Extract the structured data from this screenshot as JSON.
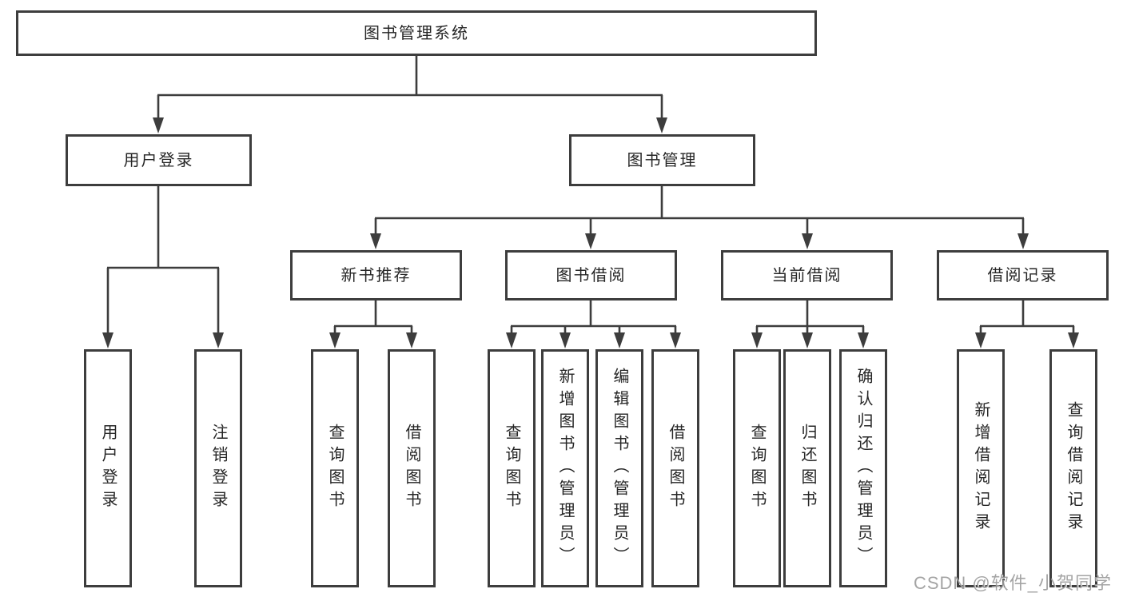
{
  "nodes": {
    "root": "图书管理系统",
    "l2": [
      "用户登录",
      "图书管理"
    ],
    "l3": [
      "新书推荐",
      "图书借阅",
      "当前借阅",
      "借阅记录"
    ],
    "leaves": [
      "用户登录",
      "注销登录",
      "查询图书",
      "借阅图书",
      "查询图书",
      "新增图书（管理员）",
      "编辑图书（管理员）",
      "借阅图书",
      "查询图书",
      "归还图书",
      "确认归还（管理员）",
      "新增借阅记录",
      "查询借阅记录"
    ]
  },
  "watermark": "CSDN @软件_小贺同学",
  "colors": {
    "line": "#3d3d3d",
    "box_background": "#ffffff",
    "text": "#262626",
    "watermark_text": "#9b9b9b"
  }
}
